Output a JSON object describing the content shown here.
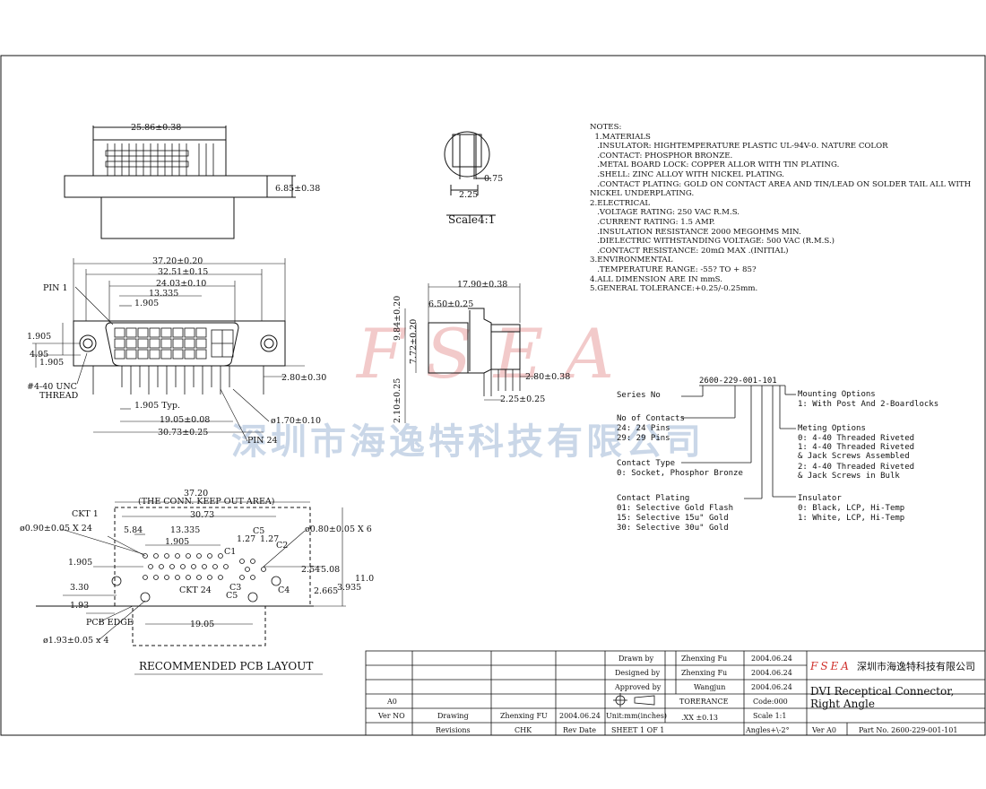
{
  "front_view": {
    "dim_width": "25.86±0.38",
    "dim_height": "6.85±0.38"
  },
  "detail_view": {
    "dim_a": "0.75",
    "dim_b": "2.25",
    "scale": "Scale4:1"
  },
  "notes": [
    "NOTES:",
    "  1.MATERIALS",
    "   .INSULATOR: HIGHTEMPERATURE PLASTIC UL-94V-0. NATURE COLOR",
    "   .CONTACT: PHOSPHOR BRONZE.",
    "   .METAL BOARD LOCK: COPPER ALLOR WITH TIN PLATING.",
    "   .SHELL: ZINC ALLOY WITH NICKEL PLATING.",
    "   .CONTACT PLATING: GOLD ON CONTACT AREA AND TIN/LEAD ON SOLDER TAIL ALL WITH",
    "NICKEL UNDERPLATING.",
    "2.ELECTRICAL",
    "   .VOLTAGE RATING: 250 VAC R.M.S.",
    "   .CURRENT RATING: 1.5 AMP.",
    "   .INSULATION RESISTANCE 2000 MEGOHMS MIN.",
    "   .DIELECTRIC WITHSTANDING VOLTAGE: 500 VAC (R.M.S.)",
    "   .CONTACT RESISTANCE: 20mΩ MAX .(INITIAL)",
    "3.ENVIRONMENTAL",
    "   .TEMPERATURE RANGE: -55? TO + 85?",
    "4.ALL DIMENSION ARE IN mmS.",
    "5.GENERAL TOLERANCE:+0.25/-0.25mm."
  ],
  "top_view": {
    "d1": "37.20±0.20",
    "d2": "32.51±0.15",
    "d3": "24.03±0.10",
    "d4": "13.335",
    "d5": "1.905",
    "pin1": "PIN 1",
    "d6": "1.905",
    "d7": "4.95",
    "d8": "1.905",
    "thread": "#4-40 UNC",
    "thread2": "THREAD",
    "d9": "1.905 Typ.",
    "d10": "19.05±0.08",
    "d11": "30.73±0.25",
    "d12": "ø1.70±0.10",
    "pin24": "PIN 24",
    "d13": "2.80±0.30"
  },
  "side_view": {
    "d1": "17.90±0.38",
    "d2": "6.50±0.25",
    "d3": "9.84±0.20",
    "d4": "7.72±0.20",
    "d5": "2.80±0.38",
    "d6": "2.25±0.25",
    "d7": "2.10±0.25"
  },
  "watermark": {
    "latin": "FSEA",
    "chinese": "深圳市海逸特科技有限公司"
  },
  "pcb": {
    "d1": "37.20",
    "keepout": "(THE CONN. KEEP OUT AREA)",
    "d2": "30.73",
    "ckt1": "CKT 1",
    "d3": "5.84",
    "d4": "13.335",
    "d5": "1.905",
    "hole24": "ø0.90±0.05 X 24",
    "hole6": "ø0.80±0.05 X 6",
    "d6": "1.905",
    "d7": "3.30",
    "d8": "1.93",
    "c5a": "C5",
    "d9": "1.27",
    "d10": "1.27",
    "c1": "C1",
    "c2": "C2",
    "d11": "2.54",
    "d12": "5.08",
    "d13": "11.0",
    "ckt24": "CKT 24",
    "c3": "C3",
    "c4": "C4",
    "c5b": "C5",
    "d14": "2.665",
    "d15": "3.935",
    "pcb_edge": "PCB EDGE",
    "hole4": "ø1.93±0.05 x 4",
    "d16": "19.05",
    "title": "RECOMMENDED PCB LAYOUT"
  },
  "part_number": {
    "code": "2600-229-001-101",
    "series_label": "Series No",
    "contacts_title": "No of Contacts",
    "contacts": [
      "24: 24 Pins",
      "29: 29 Pins"
    ],
    "type_title": "Contact Type",
    "type": [
      "0: Socket, Phosphor Bronze"
    ],
    "plating_title": "Contact Plating",
    "plating": [
      "01: Selective Gold Flash",
      "15: Selective 15u\" Gold",
      "30: Selective 30u\" Gold"
    ],
    "mount_title": "Mounting Options",
    "mount": [
      "1: With Post And 2-Boardlocks"
    ],
    "mating_title": "Meting Options",
    "mating": [
      "0: 4-40 Threaded Riveted",
      "1: 4-40 Threaded Riveted",
      "  & Jack Screws Assembled",
      "2: 4-40 Threaded Riveted",
      "  & Jack Screws in Bulk"
    ],
    "insulator_title": "Insulator",
    "insulator": [
      "0: Black, LCP, Hi-Temp",
      "1: White, LCP, Hi-Temp"
    ]
  },
  "title_block": {
    "rev": "A0",
    "ver_no": "Ver NO",
    "drawing": "Drawing",
    "drawing_by": "Zhenxing FU",
    "drawing_date": "2004.06.24",
    "revisions": "Revisions",
    "chk": "CHK",
    "rev_date": "Rev Date",
    "units": "Unit:mm(inches)",
    "sheet": "SHEET 1 OF 1",
    "drawn_by_label": "Drawn   by",
    "drawn_by": "Zhenxing Fu",
    "drawn_date": "2004.06.24",
    "designed_by_label": "Designed by",
    "designed_by": "Zhenxing Fu",
    "designed_date": "2004.06.24",
    "approved_by_label": "Approved by",
    "approved_by": "Wangjun",
    "approved_date": "2004.06.24",
    "tolerance": "TORERANCE",
    "tol_xx": ".XX  ±0.13",
    "angles": "Angles+\\-2°",
    "code": "Code:000",
    "scale": "Scale 1:1",
    "company_logo": "FSEA",
    "company": "深圳市海逸特科技有限公司",
    "title1": "DVI Receptical Connector,",
    "title2": "Right Angle",
    "ver": "Ver A0",
    "part_no": "Part No. 2600-229-001-101"
  },
  "colors": {
    "watermark_red": "#e8a0a0",
    "watermark_blue": "#9fb8d6",
    "logo_red": "#d0312d"
  }
}
